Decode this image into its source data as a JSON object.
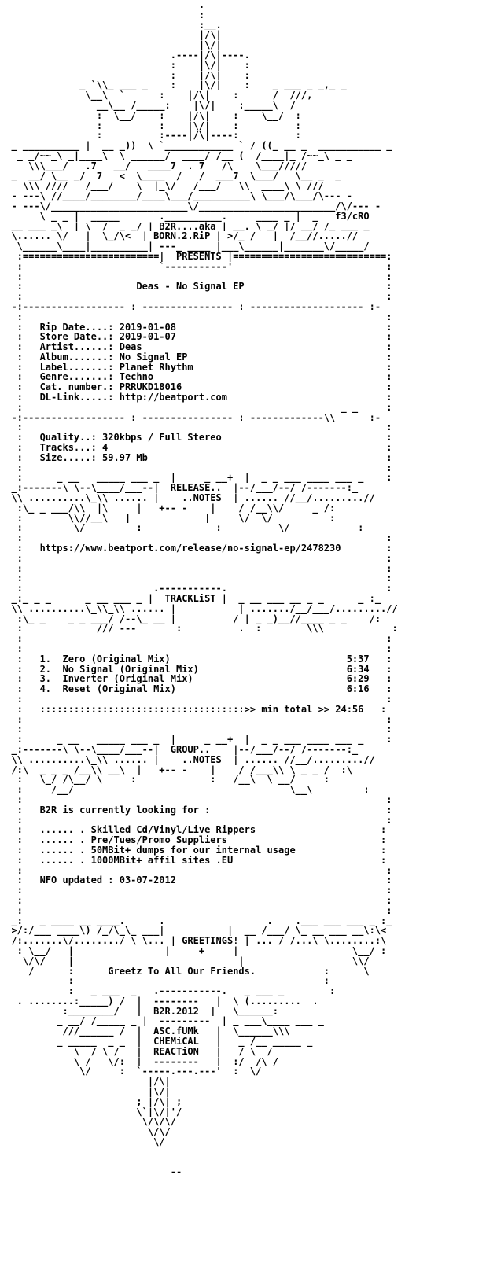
{
  "nfo_lines": [
    "                                   .",
    "                                   :",
    "                                   :__.",
    "                                   |/\\|",
    "                                   |\\/|",
    "                              .----|/\\|----.",
    "                              :    |\\/|    :",
    "                              :    |/\\|    :",
    "              _ `\\\\_ ___ _    :    |\\/|    :    _ ___ _ _,_ _",
    "               \\__\\  `      :    |/\\|    :      /  ///,",
    "                 __\\__ /_____:    |\\/|    :_____\\  /",
    "                 :  \\__/    :    |/\\|    :    \\__/  :",
    "                 :          :    |\\/|    :          :",
    "                 :          :----|/\\|----:          :",
    "  _ __________ |  __ _))  \\ `____________ ` / ((_ __ _  ___________ _",
    "   _ _/~~_\\ _|____\\  \\ ______/  ____/ /__ (  /____|_ /~~_\\ _ _",
    "     \\\\\\___/   .7   __/   ____7  . 7   /\\    \\___/////",
    "  _  __/ \\__ _/  7   <  \\____  /   /  ___7  \\___/   \\__ _  _",
    "    \\\\\\ ////   /___/    \\  |_\\/   /___/   \\\\  ____\\ \\ ///",
    "  - ---\\ //____/________/____\\___/__________\\ \\___/\\___/\\--- -",
    "  - ---\\/________________________\\/________________________/\\/--- -",
    "       \\ _ _ |  _____       .__________.     ____ _ |  _   f3/cRO",
    "  __ ___ _\\  | \\  /  _ _/ | B2R....aka | __. \\ _/ |/ __/ /_ ___ _",
    "  \\...... \\/   |  \\_/\\<  | BORN.2.RiP | >/_ /   |  /__//.....//",
    "   \\______\\____|__________| ---_ ____ |___\\______|_______\\/_____/",
    "   :========================|  PRESENTS |===========================:",
    "   :                        `-----------'                           :",
    "   :                                                                :",
    "   :                    Deas - No Signal EP                         :",
    "   :                                                                :",
    "  -:------------------ : ---------------- : -------------------- :-",
    "   :                                                                :",
    "   :   Rip Date....: 2019-01-08                                     :",
    "   :   Store Date..: 2019-01-07                                     :",
    "   :   Artist......: Deas                                           :",
    "   :   Album.......: No Signal EP                                   :",
    "   :   Label.......: Planet Rhythm                                  :",
    "   :   Genre.......: Techno                                         :",
    "   :   Cat. number.: PRRUKD18016                                    :",
    "   :   DL-Link.....: http://beatport.com                            :",
    "   :                                                        _ _     :",
    "  -:------------------ : ---------------- : -------------\\\\______:-",
    "   :                                                                :",
    "   :   Quality..: 320kbps / Full Stereo                             :",
    "   :   Tracks...: 4                                                 :",
    "   :   Size.....: 59.97 Mb                                          :",
    "   :                                                                :",
    "   :      _ __   _____ ___ _  |     _ __+  |  _ _ ___ ____ ___ _    :",
    "  _:-------\\ \\--\\____/___--|  RELEASE..  |--/___/--/ /-------:_",
    "  \\\\ ..........\\_\\\\ ...... |    ..NOTES  | ...... //__/.........//",
    "   :\\_ _ ___/\\\\  |\\     |   +-- -    |    / /__\\\\/     _ /:",
    "   :        \\\\//__\\   |             |     \\/  \\/          :",
    "   :         \\/         :             :          \\/            :",
    "   :                                                                :",
    "   :   https://www.beatport.com/release/no-signal-ep/2478230        :",
    "   :                                                                :",
    "   :                                                                :",
    "   :                                                                :",
    "   :                       .-----------.                            :",
    "  _:_ _ _      _ __ ___ _ |  TRACKLiST |  _ __ ___ __ _ _      _ :_",
    "  \\\\ ..........\\_\\\\_\\\\ ...... |           | ......./__/___/.........//",
    "   :\\_ _    _ _ ___/ /--\\_ __ |          / | _ _)__//____ _ _    /:",
    "   :             /// ---       :          .  :        \\\\\\            :",
    "   :                                                                :",
    "   :                                                                :",
    "   :   1.  Zero (Original Mix)                               5:37   :",
    "   :   2.  No Signal (Original Mix)                          6:34   :",
    "   :   3.  Inverter (Original Mix)                           6:29   :",
    "   :   4.  Reset (Original Mix)                              6:16   :",
    "   :                                                                :",
    "   :   ::::::::::::::::::::::::::::::::::::>> min total >> 24:56   :",
    "   :                                                                :",
    "   :                                                                :",
    "   :      _ __   _____ ___ _  |     _ __+  |  _ _ ___ ____ ___ _    :",
    "  _:-------\\ \\--\\____/___--|  GROUP..    |--/___/--/ /-------:_",
    "  \\\\ ..........\\_\\\\ ...... |    ..NOTES  | ...... //__/.........//",
    "  /:\\  _ _ _ /__\\\\ __\\  |   +-- -    |    / /___\\\\ \\ _ _ /  :\\",
    "   :   \\_/ /\\__/ \\     :             :   /__\\  \\ __/     :",
    "   :     /__/                                      \\__\\         :",
    "   :                                                                :",
    "   :   B2R is currently looking for :                               :",
    "   :                                                                :",
    "   :   ...... . Skilled Cd/Vinyl/Live Rippers                      :",
    "   :   ...... . Pre/Tues/Promo Suppliers                           :",
    "   :   ...... . 50MBit+ dumps for our internal usage               :",
    "   :   ...... . 1000MBit+ affil sites .EU                          :",
    "   :                                                                :",
    "   :   NFO updated : 03-07-2012                                     :",
    "   :                                                                :",
    "   :                                                                :",
    "   :                                                                :",
    "  _:   _ ____ __ ____.      .                  .    .___ ___ ___ _ :_",
    "  >/:/___ ____\\) /_/\\_\\_ ___|           |  __ /___/ \\_ __ ___ __\\:\\<",
    "  /:.......\\/......../ \\ \\... | GREETINGS! | ... / /...\\ \\........:\\",
    "   : \\__/   |                |     +     |                    \\__/ :",
    "    \\/\\/    |                             |                   \\\\/",
    "     /      :      Greetz To All Our Friends.            :      \\",
    "            :                                            :",
    "            :   _ ___  _   .-----------.   _ ___ _        :",
    "   . ........:_____) /  |  --------   |  \\ (.........  .",
    "           :________/   |  B2R.2012  |   \\______:",
    "          _ __/ /_____ _ |  ---------  | _ ___\\____ ___ _",
    "           ///______ /  |  ASC.fUMk   |  \\______\\\\\\",
    "          _ _____  _ _  |  CHEMiCAL   |   _ /__ _____ _",
    "             \\  / \\ /   |  REACTiON   |   / \\  /",
    "             \\ /   \\/:  |  --------   |  :/  /\\ /",
    "              \\/     :  `-----.---.---'  :  \\/",
    "                          |/\\|",
    "                          |\\/|",
    "                        ; |/\\| ;",
    "                        \\`|\\/|'/",
    "                         \\/\\/\\/",
    "                          \\/\\/",
    "                           \\/",
    "",
    "",
    "                              --"
  ]
}
